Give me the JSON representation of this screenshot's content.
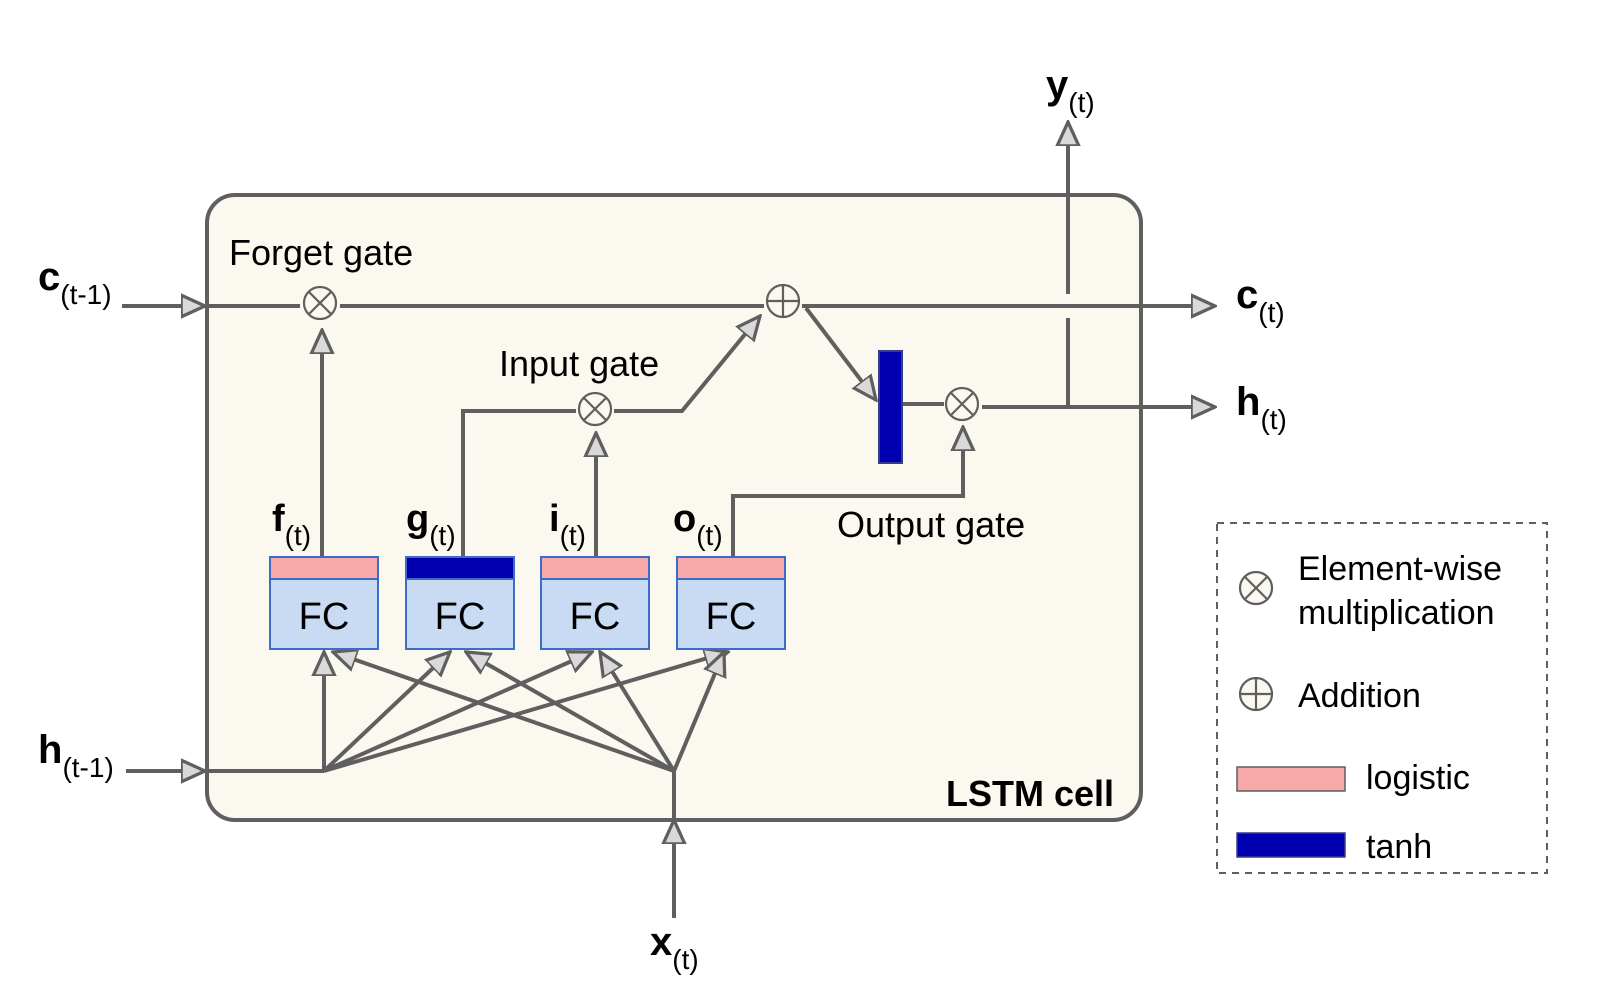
{
  "cell": {
    "label": "LSTM cell"
  },
  "gates": {
    "forget": "Forget gate",
    "input": "Input gate",
    "output": "Output gate"
  },
  "io": {
    "c_prev": {
      "var": "c",
      "sub": "(t-1)"
    },
    "h_prev": {
      "var": "h",
      "sub": "(t-1)"
    },
    "x": {
      "var": "x",
      "sub": "(t)"
    },
    "y": {
      "var": "y",
      "sub": "(t)"
    },
    "c_out": {
      "var": "c",
      "sub": "(t)"
    },
    "h_out": {
      "var": "h",
      "sub": "(t)"
    }
  },
  "fc_layers": [
    {
      "var": "f",
      "sub": "(t)",
      "box": "FC",
      "activation": "logistic"
    },
    {
      "var": "g",
      "sub": "(t)",
      "box": "FC",
      "activation": "tanh"
    },
    {
      "var": "i",
      "sub": "(t)",
      "box": "FC",
      "activation": "logistic"
    },
    {
      "var": "o",
      "sub": "(t)",
      "box": "FC",
      "activation": "logistic"
    }
  ],
  "legend": {
    "multiply_line1": "Element-wise",
    "multiply_line2": "multiplication",
    "addition": "Addition",
    "logistic": "logistic",
    "tanh": "tanh"
  },
  "colors": {
    "cell_fill": "#fbf8ef",
    "cell_stroke": "#5f5f5f",
    "fc_fill": "#c9dbf3",
    "fc_stroke": "#3a6cc8",
    "logistic": "#f7a8a8",
    "tanh": "#0000b0",
    "wire": "#5f5f5f"
  }
}
